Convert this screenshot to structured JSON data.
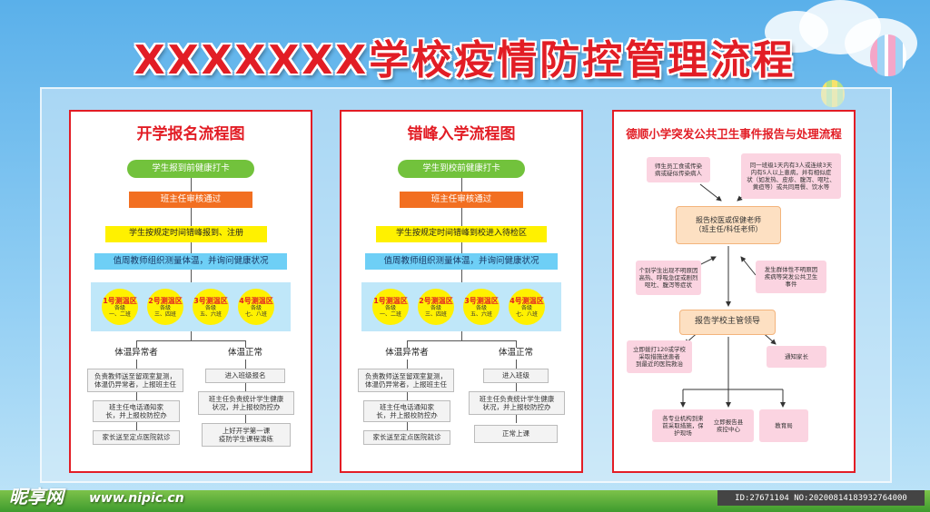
{
  "title": "XXXXXXX学校疫情防控管理流程",
  "panel1": {
    "title": "开学报名流程图",
    "step1": "学生报到前健康打卡",
    "step2": "班主任审核通过",
    "step3": "学生按规定时间错峰报到、注册",
    "step4": "值周教师组织测量体温，并询问健康状况",
    "zones": [
      {
        "name": "1号测温区",
        "sub": "各级\n一、二班"
      },
      {
        "name": "2号测温区",
        "sub": "各级\n三、四班"
      },
      {
        "name": "3号测温区",
        "sub": "各级\n五、六班"
      },
      {
        "name": "4号测温区",
        "sub": "各级\n七、八班"
      }
    ],
    "abnormal": "体温异常者",
    "normal": "体温正常",
    "a1": "负责教师送至留观室复测，\n体温仍异常者，上报班主任",
    "a2": "班主任电话通知家\n长，并上报校防控办",
    "a3": "家长送至定点医院就诊",
    "n1": "进入班级报名",
    "n2": "班主任负责统计学生健康\n状况，并上报校防控办",
    "n3": "上好开学第一课\n疫防学生课程演练"
  },
  "panel2": {
    "title": "错峰入学流程图",
    "step1": "学生到校前健康打卡",
    "step2": "班主任审核通过",
    "step3": "学生按规定时间错峰到校进入待检区",
    "step4": "值周教师组织测量体温，并询问健康状况",
    "zones": [
      {
        "name": "1号测温区",
        "sub": "各级\n一、二班"
      },
      {
        "name": "2号测温区",
        "sub": "各级\n三、四班"
      },
      {
        "name": "3号测温区",
        "sub": "各级\n五、六班"
      },
      {
        "name": "4号测温区",
        "sub": "各级\n七、八班"
      }
    ],
    "abnormal": "体温异常者",
    "normal": "体温正常",
    "a1": "负责教师送至留观室复测，\n体温仍异常者，上报班主任",
    "a2": "班主任电话通知家\n长，并上报校防控办",
    "a3": "家长送至定点医院就诊",
    "n1": "进入班级",
    "n2": "班主任负责统计学生健康\n状况，并上报校防控办",
    "n3": "正常上课"
  },
  "panel3": {
    "title": "德顺小学突发公共卫生事件报告与处理流程",
    "top_left": "师生员工食或传染\n病或疑似传染病人",
    "top_right": "同一班级1天内有3人或连续3天\n内有5人以上患病，并有相似症\n状（如发热、皮疹、腹泻、呕吐、\n黄疸等）或共同用餐、饮水等",
    "report_doctor": "报告校医或保健老师\n（班主任/科任老师）",
    "mid_left": "个别学生出现不明原因\n高热、呼吸急促或剧烈\n呕吐、腹泻等症状",
    "mid_right": "发生群体性不明原因\n疾病等突发公共卫生\n事件",
    "report_leader": "报告学校主管领导",
    "low_left": "立即拨打120或学校\n采取措施送患者\n到最近的医院救治",
    "low_right": "通知家长",
    "b1": "各专业机构到来\n前采取措施，保\n护现场",
    "b2": "立即报告县\n疾控中心",
    "b3": "教育局"
  },
  "watermark": {
    "logo": "昵享网",
    "url": "www.nipic.cn",
    "id": "ID:27671104 NO:20200814183932764000"
  }
}
